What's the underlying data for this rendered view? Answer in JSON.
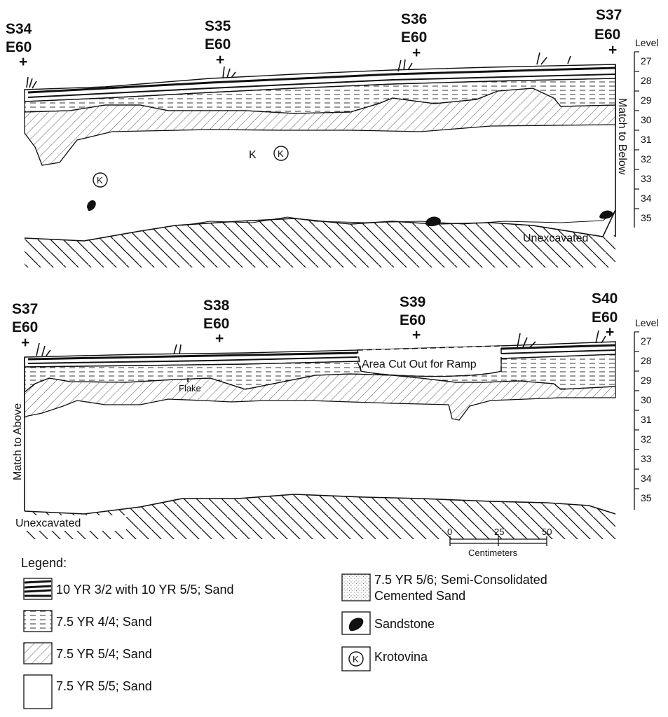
{
  "profile_top": {
    "grid_points": [
      {
        "s": "S34",
        "e": "E60"
      },
      {
        "s": "S35",
        "e": "E60"
      },
      {
        "s": "S36",
        "e": "E60"
      },
      {
        "s": "S37",
        "e": "E60"
      }
    ],
    "level_title": "Level",
    "levels": [
      "27",
      "28",
      "29",
      "30",
      "31",
      "32",
      "33",
      "34",
      "35"
    ],
    "match_label": "Match to Below",
    "unexcavated_label": "Unexcavated",
    "krotovina_marks": [
      "K",
      "K",
      "K"
    ]
  },
  "profile_bottom": {
    "grid_points": [
      {
        "s": "S37",
        "e": "E60"
      },
      {
        "s": "S38",
        "e": "E60"
      },
      {
        "s": "S39",
        "e": "E60"
      },
      {
        "s": "S40",
        "e": "E60"
      }
    ],
    "level_title": "Level",
    "levels": [
      "27",
      "28",
      "29",
      "30",
      "31",
      "32",
      "33",
      "34",
      "35"
    ],
    "match_label": "Match to Above",
    "unexcavated_label": "Unexcavated",
    "ramp_label": "Area Cut Out for Ramp",
    "flake_label": "Flake"
  },
  "scale_bar": {
    "ticks": [
      "0",
      "25",
      "50"
    ],
    "unit": "Centimeters"
  },
  "legend": {
    "title": "Legend:",
    "items": [
      {
        "pattern": "dark-banded",
        "label": "10 YR 3/2 with 10 YR 5/5; Sand"
      },
      {
        "pattern": "dashed",
        "label": "7.5 YR 4/4; Sand"
      },
      {
        "pattern": "diagonal",
        "label": "7.5 YR 5/4; Sand"
      },
      {
        "pattern": "blank",
        "label": "7.5 YR 5/5; Sand"
      },
      {
        "pattern": "stipple",
        "label": "7.5 YR 5/6; Semi-Consolidated",
        "label2": "Cemented Sand"
      },
      {
        "pattern": "sandstone-icon",
        "label": "Sandstone"
      },
      {
        "pattern": "krotovina-icon",
        "label": "Krotovina",
        "glyph": "K"
      }
    ]
  }
}
